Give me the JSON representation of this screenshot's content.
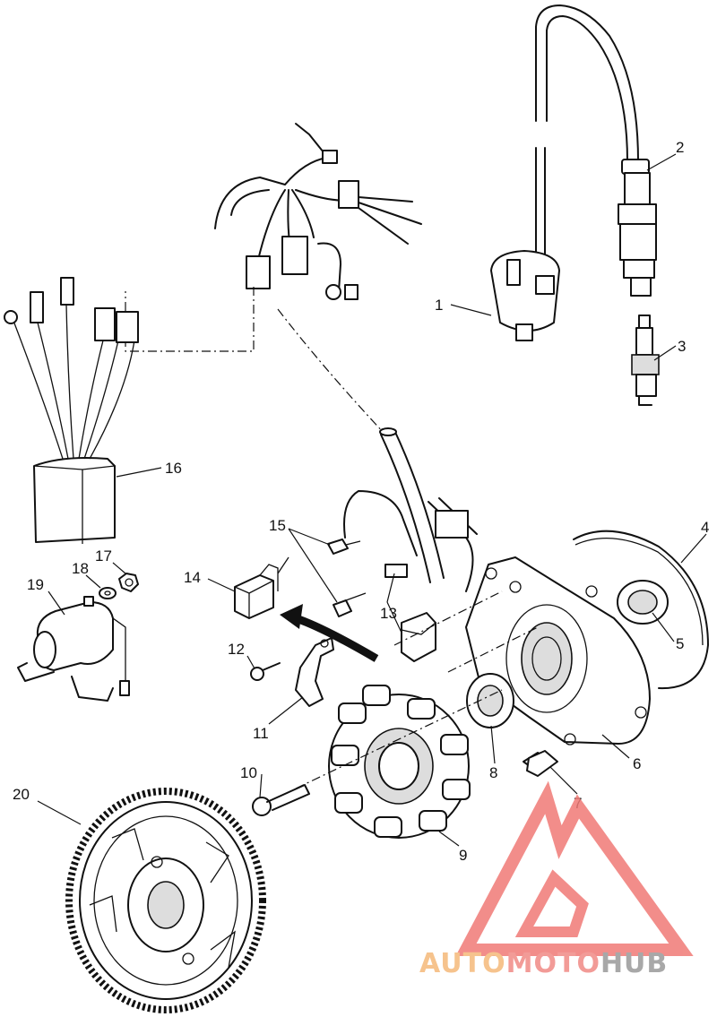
{
  "callouts": [
    {
      "label": "1"
    },
    {
      "label": "2"
    },
    {
      "label": "3"
    },
    {
      "label": "4"
    },
    {
      "label": "5"
    },
    {
      "label": "6"
    },
    {
      "label": "7"
    },
    {
      "label": "8"
    },
    {
      "label": "9"
    },
    {
      "label": "10"
    },
    {
      "label": "11"
    },
    {
      "label": "12"
    },
    {
      "label": "13"
    },
    {
      "label": "14"
    },
    {
      "label": "15"
    },
    {
      "label": "16"
    },
    {
      "label": "17"
    },
    {
      "label": "18"
    },
    {
      "label": "19"
    },
    {
      "label": "20"
    }
  ],
  "watermark": {
    "text_auto": "AUTO",
    "text_moto": "MOTO",
    "text_hub": "HUB",
    "color_auto": "#f5b97a",
    "color_moto": "#f08a86",
    "color_hub": "#9a9a9a",
    "logo_color": "#f07a76"
  }
}
